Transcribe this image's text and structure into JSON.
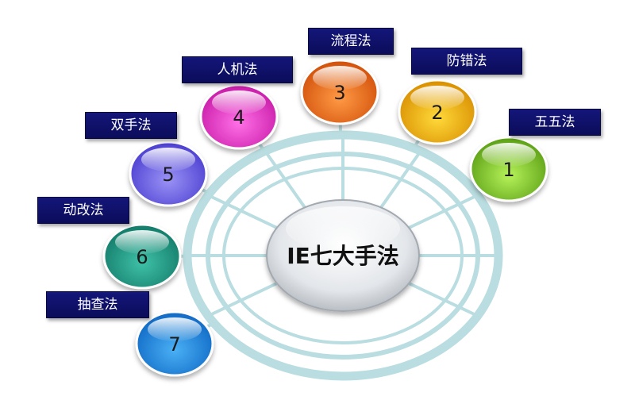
{
  "center": {
    "title": "IE七大手法"
  },
  "nodes": [
    {
      "number": "1",
      "label": "五五法",
      "color": "#b6f25a",
      "color_dark": "#5a9e14"
    },
    {
      "number": "2",
      "label": "防错法",
      "color": "#ffd93a",
      "color_dark": "#d88e00"
    },
    {
      "number": "3",
      "label": "流程法",
      "color": "#ff9a45",
      "color_dark": "#d14f0a"
    },
    {
      "number": "4",
      "label": "人机法",
      "color": "#ff70e6",
      "color_dark": "#c81aa8"
    },
    {
      "number": "5",
      "label": "双手法",
      "color": "#9a92f5",
      "color_dark": "#4a3dd0"
    },
    {
      "number": "6",
      "label": "动改法",
      "color": "#3fc1a8",
      "color_dark": "#137a68"
    },
    {
      "number": "7",
      "label": "抽查法",
      "color": "#4ab0f5",
      "color_dark": "#0f68c4"
    }
  ]
}
